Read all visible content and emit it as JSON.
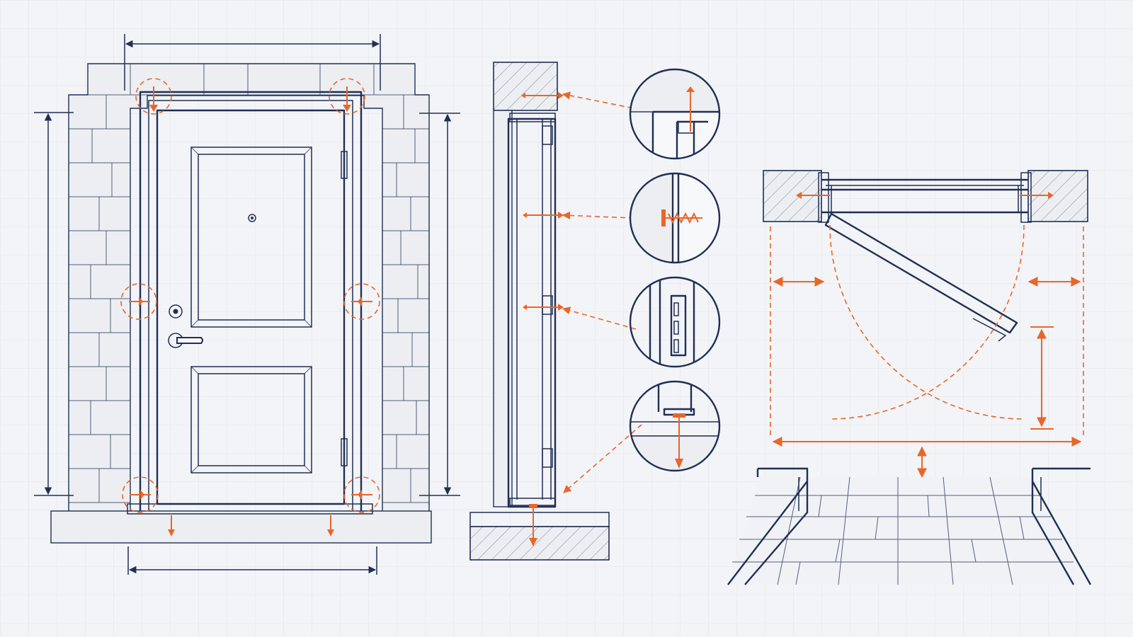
{
  "colors": {
    "background": "#f3f4f7",
    "grid": "#dfe3ea",
    "line": "#1f2f55",
    "accent": "#e8662a",
    "wall_fill": "#eceef1"
  },
  "views": [
    "front-elevation",
    "vertical-section",
    "fastener-details",
    "plan-view",
    "floor-perspective"
  ],
  "details": [
    "top-frame-anchor",
    "side-frame-screw",
    "hinge",
    "threshold-anchor"
  ]
}
